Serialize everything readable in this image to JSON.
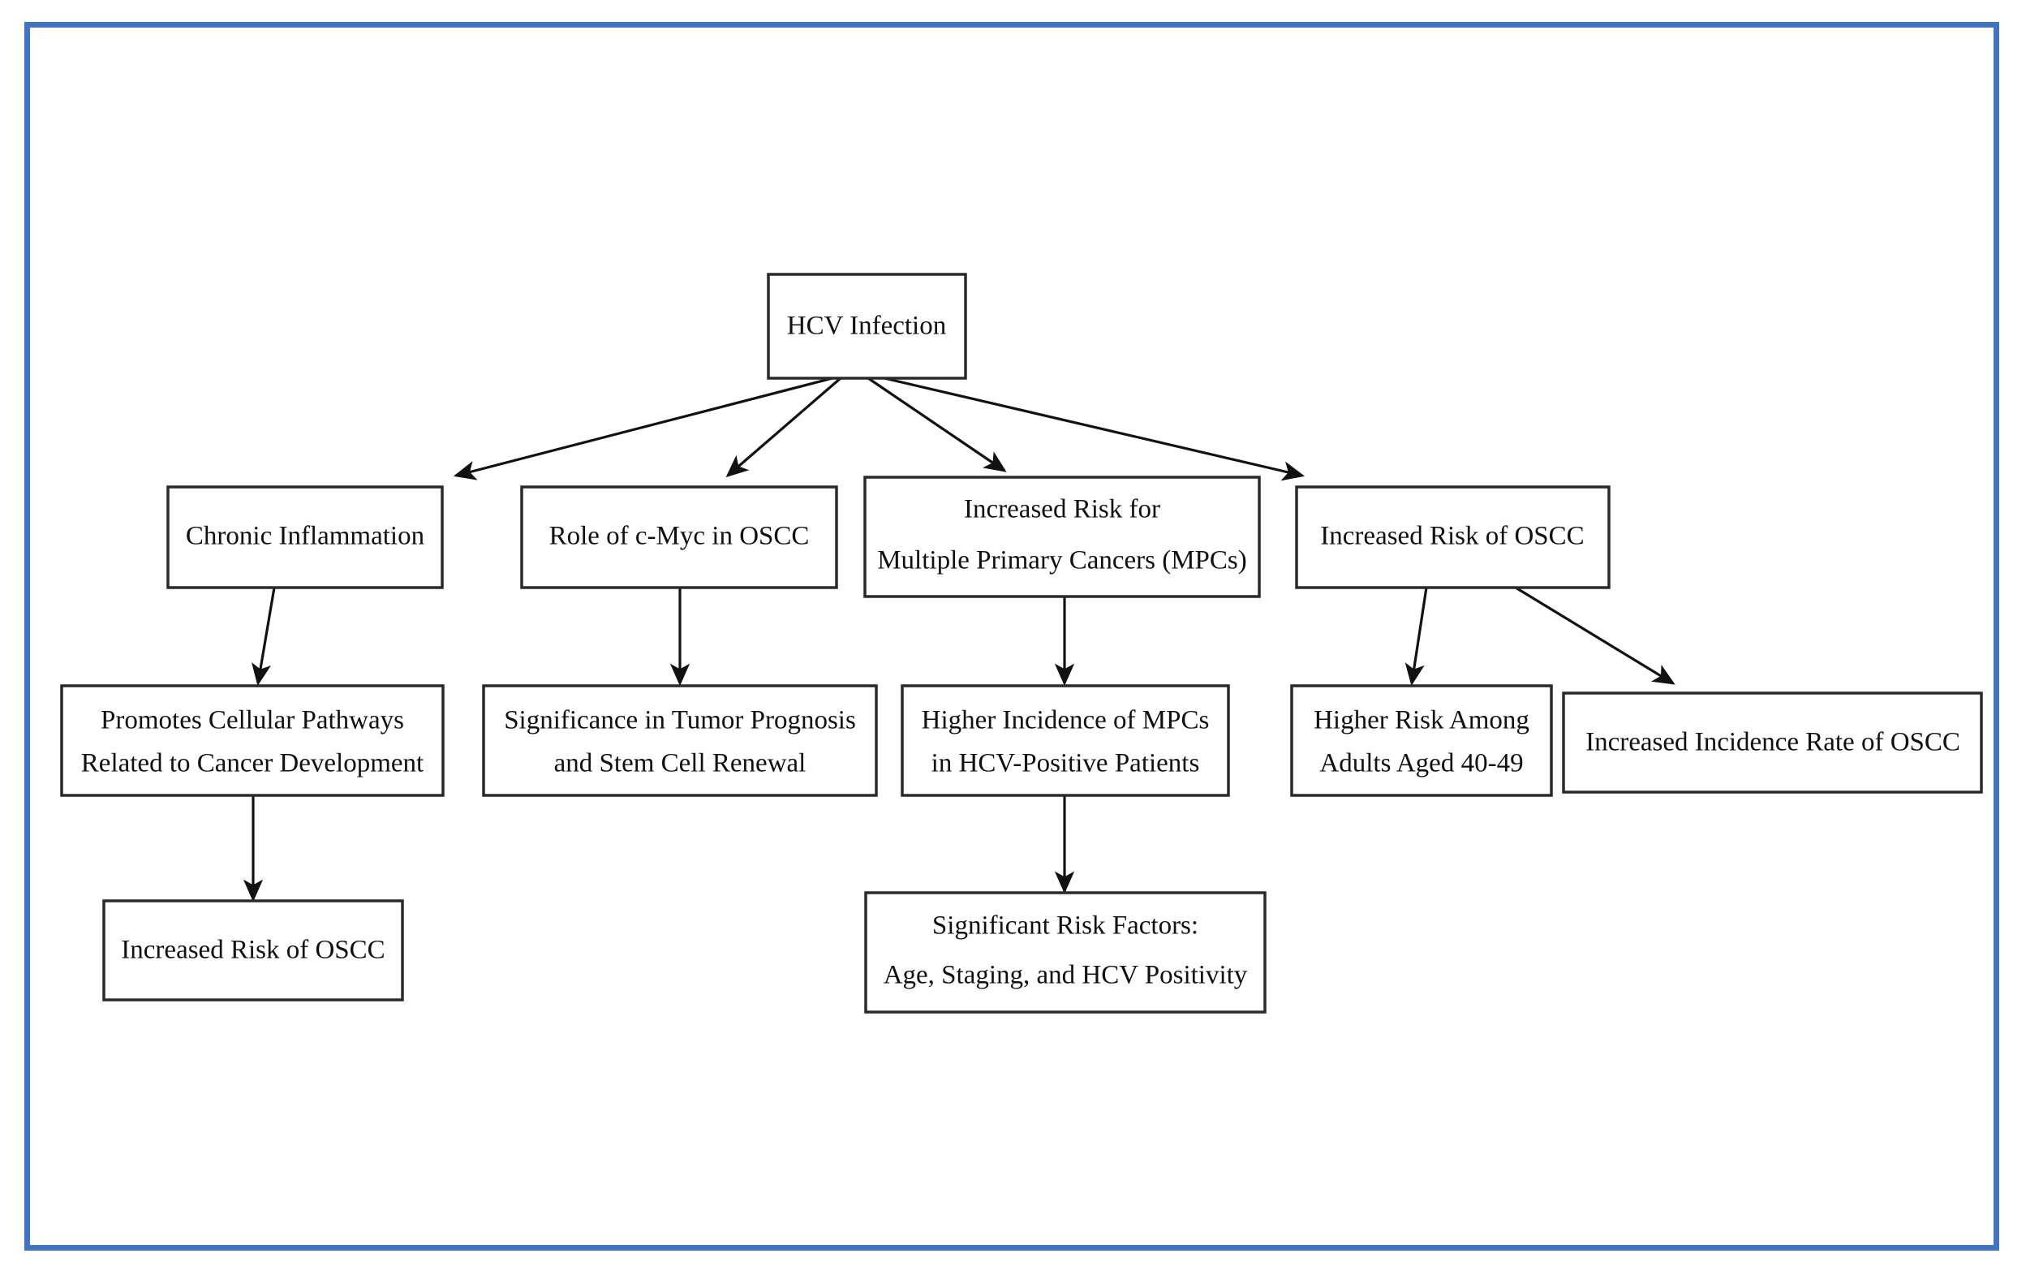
{
  "figure": {
    "frame_color": "#4272c4",
    "box_stroke_color": "#2a2a2a",
    "edge_color": "#111111",
    "background": "#ffffff"
  },
  "nodes": {
    "root": {
      "id": "hcv-infection",
      "lines": [
        "HCV Infection"
      ]
    },
    "chronic_inflammation": {
      "id": "chronic-inflammation",
      "lines": [
        "Chronic Inflammation"
      ]
    },
    "cmyc_role": {
      "id": "role-of-cmyc-in-oscc",
      "lines": [
        "Role of c-Myc in OSCC"
      ]
    },
    "mpc_risk": {
      "id": "increased-risk-for-mpcs",
      "lines": [
        "Increased Risk for",
        "Multiple Primary Cancers (MPCs)"
      ]
    },
    "oscc_risk": {
      "id": "increased-risk-of-oscc",
      "lines": [
        "Increased Risk of OSCC"
      ]
    },
    "cellular_pathways": {
      "id": "promotes-cellular-pathways",
      "lines": [
        "Promotes Cellular Pathways",
        "Related to Cancer Development"
      ]
    },
    "tumor_prognosis": {
      "id": "significance-in-tumor-prognosis",
      "lines": [
        "Significance in Tumor Prognosis",
        "and Stem Cell Renewal"
      ]
    },
    "mpc_incidence": {
      "id": "higher-incidence-of-mpcs",
      "lines": [
        "Higher Incidence of MPCs",
        "in HCV-Positive Patients"
      ]
    },
    "adults_risk": {
      "id": "higher-risk-among-adults",
      "lines": [
        "Higher Risk Among",
        "Adults Aged 40-49"
      ]
    },
    "incidence_rate": {
      "id": "increased-incidence-rate-of-oscc",
      "lines": [
        "Increased Incidence Rate of OSCC"
      ]
    },
    "oscc_risk_leaf": {
      "id": "increased-risk-of-oscc-leaf",
      "lines": [
        "Increased Risk of OSCC"
      ]
    },
    "risk_factors": {
      "id": "significant-risk-factors",
      "lines": [
        "Significant Risk Factors:",
        "Age, Staging, and HCV Positivity"
      ]
    }
  },
  "chart_data": {
    "type": "diagram",
    "title": "",
    "diagram_kind": "flowchart-tree",
    "nodes": [
      {
        "key": "root",
        "label": "HCV Infection",
        "row": 0
      },
      {
        "key": "chronic_inflammation",
        "label": "Chronic Inflammation",
        "row": 1
      },
      {
        "key": "cmyc_role",
        "label": "Role of c-Myc in OSCC",
        "row": 1
      },
      {
        "key": "mpc_risk",
        "label": "Increased Risk for Multiple Primary Cancers (MPCs)",
        "row": 1
      },
      {
        "key": "oscc_risk",
        "label": "Increased Risk of OSCC",
        "row": 1
      },
      {
        "key": "cellular_pathways",
        "label": "Promotes Cellular Pathways Related to Cancer Development",
        "row": 2
      },
      {
        "key": "tumor_prognosis",
        "label": "Significance in Tumor Prognosis and Stem Cell Renewal",
        "row": 2
      },
      {
        "key": "mpc_incidence",
        "label": "Higher Incidence of MPCs in HCV-Positive Patients",
        "row": 2
      },
      {
        "key": "adults_risk",
        "label": "Higher Risk Among Adults Aged 40-49",
        "row": 2
      },
      {
        "key": "incidence_rate",
        "label": "Increased Incidence Rate of OSCC",
        "row": 2
      },
      {
        "key": "oscc_risk_leaf",
        "label": "Increased Risk of OSCC",
        "row": 3
      },
      {
        "key": "risk_factors",
        "label": "Significant Risk Factors: Age, Staging, and HCV Positivity",
        "row": 3
      }
    ],
    "edges": [
      {
        "from": "root",
        "to": "chronic_inflammation"
      },
      {
        "from": "root",
        "to": "cmyc_role"
      },
      {
        "from": "root",
        "to": "mpc_risk"
      },
      {
        "from": "root",
        "to": "oscc_risk"
      },
      {
        "from": "chronic_inflammation",
        "to": "cellular_pathways"
      },
      {
        "from": "cmyc_role",
        "to": "tumor_prognosis"
      },
      {
        "from": "mpc_risk",
        "to": "mpc_incidence"
      },
      {
        "from": "oscc_risk",
        "to": "adults_risk"
      },
      {
        "from": "oscc_risk",
        "to": "incidence_rate"
      },
      {
        "from": "cellular_pathways",
        "to": "oscc_risk_leaf"
      },
      {
        "from": "mpc_incidence",
        "to": "risk_factors"
      }
    ]
  }
}
